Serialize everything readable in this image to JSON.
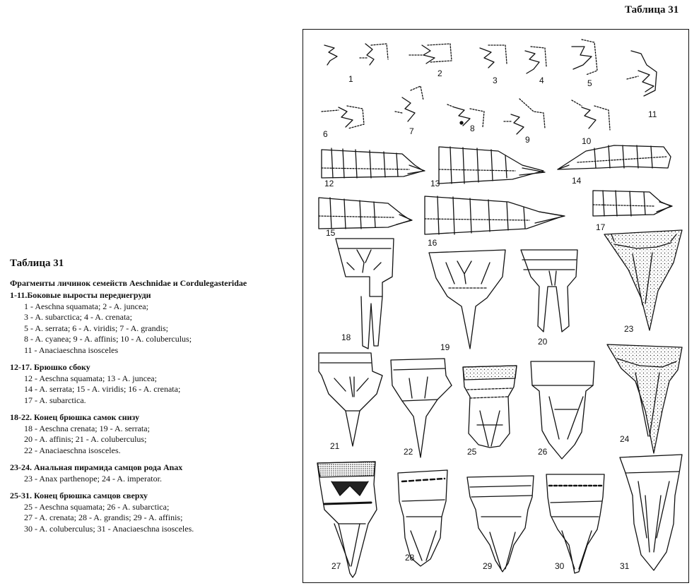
{
  "page": {
    "title": "Таблица 31"
  },
  "caption": {
    "title": "Таблица 31",
    "heading": "Фрагменты личинок семейств Aeschnidae и Cordulegasteridae",
    "groups": [
      {
        "title": "1-11.Боковые выросты переднегруди",
        "lines": [
          "1 - Aeschna squamata; 2 - A. juncea;",
          "3 - A. subarctica; 4 - A. crenata;",
          "5 - A. serrata; 6 - A. viridis; 7 - A. grandis;",
          "8 - A. cyanea; 9 - A. affinis; 10 - A. coluberculus;",
          "11 - Anaciaeschna isosceles"
        ]
      },
      {
        "title": "12-17. Брюшко сбоку",
        "lines": [
          "12 - Aeschna squamata; 13 - A. juncea;",
          "14 - A. serrata; 15 - A. viridis; 16 - A. crenata;",
          "17 - A. subarctica."
        ]
      },
      {
        "title": "18-22.  Конец брюшка самок снизу",
        "lines": [
          "18 - Aeschna crenata; 19 - A. serrata;",
          "20 - A. affinis; 21 - A. coluberculus;",
          "22 - Anaciaeschna isosceles."
        ]
      },
      {
        "title": "23-24. Анальная пирамида самцов рода Anax",
        "lines": [
          "23 - Anax parthenope; 24 - A. imperator."
        ]
      },
      {
        "title": "25-31. Конец брюшка самцов сверху",
        "lines": [
          "25 - Aeschna squamata; 26 - A. subarctica;",
          "27 - A. crenata; 28 - A. grandis; 29 - A. affinis;",
          "30 - A. coluberculus; 31 - Anaciaeschna isosceles."
        ]
      }
    ]
  },
  "figure_labels": [
    "1",
    "2",
    "3",
    "4",
    "5",
    "6",
    "7",
    "8",
    "9",
    "10",
    "11",
    "12",
    "13",
    "14",
    "15",
    "16",
    "17",
    "18",
    "19",
    "20",
    "21",
    "22",
    "23",
    "24",
    "25",
    "26",
    "27",
    "28",
    "29",
    "30",
    "31"
  ]
}
